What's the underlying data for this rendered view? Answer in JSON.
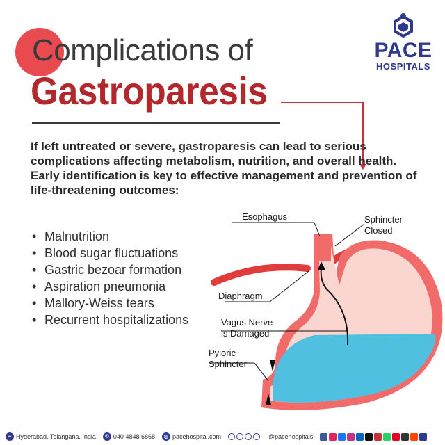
{
  "title": {
    "line1": "Complications of",
    "line2": "Gastroparesis"
  },
  "logo": {
    "brand": "PACE",
    "sub": "HOSPITALS",
    "icon": "pace-logo-icon"
  },
  "intro": "If left untreated or severe, gastroparesis can lead to serious complications affecting metabolism, nutrition, and overall health. Early identification is key to effective management and prevention of life-threatening outcomes:",
  "complications": [
    "Malnutrition",
    "Blood sugar fluctuations",
    "Gastric bezoar formation",
    "Aspiration pneumonia",
    "Mallory-Weiss tears",
    "Recurrent hospitalizations"
  ],
  "diagram": {
    "esophagus": "Esophagus",
    "sphincter_closed_1": "Sphincter",
    "sphincter_closed_2": "Closed",
    "diaphragm": "Diaphragm",
    "vagus_1": "Vagus Nerve",
    "vagus_2": "is Damaged",
    "pyloric_1": "Pyloric",
    "pyloric_2": "Sphincter"
  },
  "footer": {
    "location": "Hyderabad, Telangana, India",
    "phone": "040 4848 6868",
    "website": "pacehospital.com",
    "handle": "@pacehospitals"
  },
  "colors": {
    "accent_red": "#b3282d",
    "brand_blue": "#2f3a8f",
    "stomach_pink": "#f26b6b",
    "fluid_blue": "#4fc0e0"
  }
}
